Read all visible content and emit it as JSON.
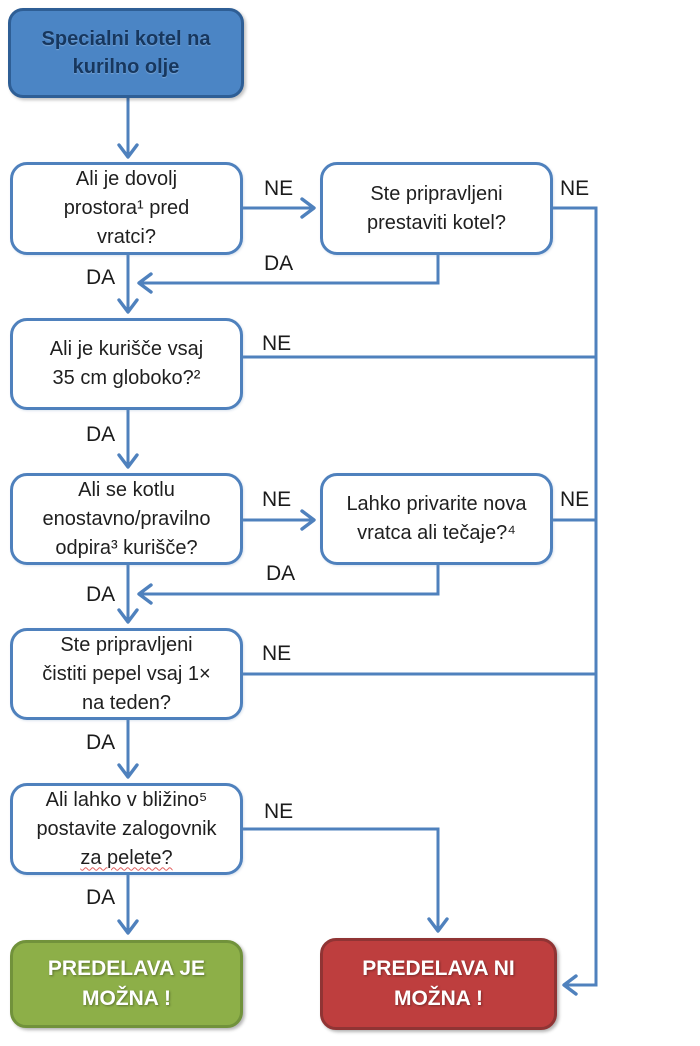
{
  "diagram": {
    "title": "Specialni kotel na\nkurilno olje",
    "questions": {
      "q1": "Ali je dovolj\nprostora¹ pred\nvratci?",
      "q2": "Ali je kurišče vsaj\n35 cm globoko?²",
      "q3": "Ali se kotlu\nenostavno/pravilno\nodpira³ kurišče?",
      "q4": "Ste pripravljeni\nčistiti pepel vsaj 1×\nna teden?",
      "q5_lines": [
        "Ali lahko v bližino⁵",
        "postavite zalogovnik",
        "za pelete?"
      ],
      "alt1": "Ste pripravljeni\nprestaviti kotel?",
      "alt2": "Lahko privarite nova\nvratca ali tečaje?⁴"
    },
    "outcomes": {
      "positive": "PREDELAVA JE\nMOŽNA !",
      "negative": "PREDELAVA NI\nMOŽNA !"
    },
    "edge_labels": {
      "yes": "DA",
      "no": "NE"
    },
    "colors": {
      "line": "#4F81BD",
      "start_fill": "#4B85C5",
      "start_border": "#2E5E95",
      "start_text": "#17375E",
      "question_border": "#4F81BD",
      "positive_fill": "#8DAF48",
      "positive_border": "#71923B",
      "negative_fill": "#BE3E3E",
      "negative_border": "#903434"
    }
  }
}
